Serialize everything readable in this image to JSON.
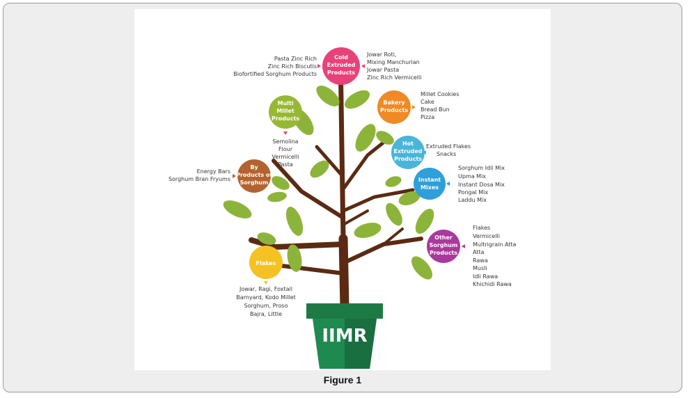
{
  "figure": {
    "caption": "Figure 1",
    "pot_label": "IIMR",
    "categories": [
      {
        "id": "cold-extruded",
        "lines": [
          "Cold",
          "Extruded",
          "Products"
        ],
        "color": "#e8427a",
        "items_left": [
          "Pasta Zinc Rich",
          "Zinc Rich Biscutis",
          "Biofortified Sorghum Products"
        ],
        "items_right": [
          "Jowar Roti,",
          "Mixing Manchurian",
          "Jowar Pasta",
          "Zinc Rich Vermicelli"
        ]
      },
      {
        "id": "multi-millet",
        "lines": [
          "Multi",
          "Millet",
          "Products"
        ],
        "color": "#97b834",
        "items": [
          "Semolina",
          "Flour",
          "Vermicelli",
          "Pasta"
        ]
      },
      {
        "id": "bakery",
        "lines": [
          "Bakery",
          "Products"
        ],
        "color": "#f08a24",
        "items": [
          "Millet Cookies",
          "Cake",
          "Bread Bun",
          "Pizza"
        ]
      },
      {
        "id": "hot-extruded",
        "lines": [
          "Hot",
          "Extruded",
          "Products"
        ],
        "color": "#4ab5d8",
        "items": [
          "Extruded Flakes",
          "Snacks"
        ]
      },
      {
        "id": "by-products",
        "lines": [
          "By",
          "Products of",
          "Sorghum"
        ],
        "color": "#b3632f",
        "items": [
          "Energy Bars",
          "Sorghum Bran Fryums"
        ]
      },
      {
        "id": "instant-mixes",
        "lines": [
          "Instant",
          "Mixes"
        ],
        "color": "#2e9fd9",
        "items": [
          "Sorghum Idli Mix",
          "Upma Mix",
          "Instant Dosa Mix",
          "Pongal Mix",
          "Laddu Mix"
        ]
      },
      {
        "id": "other-sorghum",
        "lines": [
          "Other",
          "Sorghum",
          "Products"
        ],
        "color": "#a93a9b",
        "items": [
          "Flakes",
          "Vermicelli",
          "Multrigrain Atta",
          "Atta",
          "Rawa",
          "Musli",
          "Idli Rawa",
          "Khichidi Rawa"
        ]
      },
      {
        "id": "flakes",
        "lines": [
          "Flakes"
        ],
        "color": "#f5c223",
        "items": [
          "Jowar, Ragi, Foxtail",
          "Barnyard, Kodo Millet",
          "Sorghum, Proso",
          "Bajra, Little"
        ]
      }
    ]
  }
}
